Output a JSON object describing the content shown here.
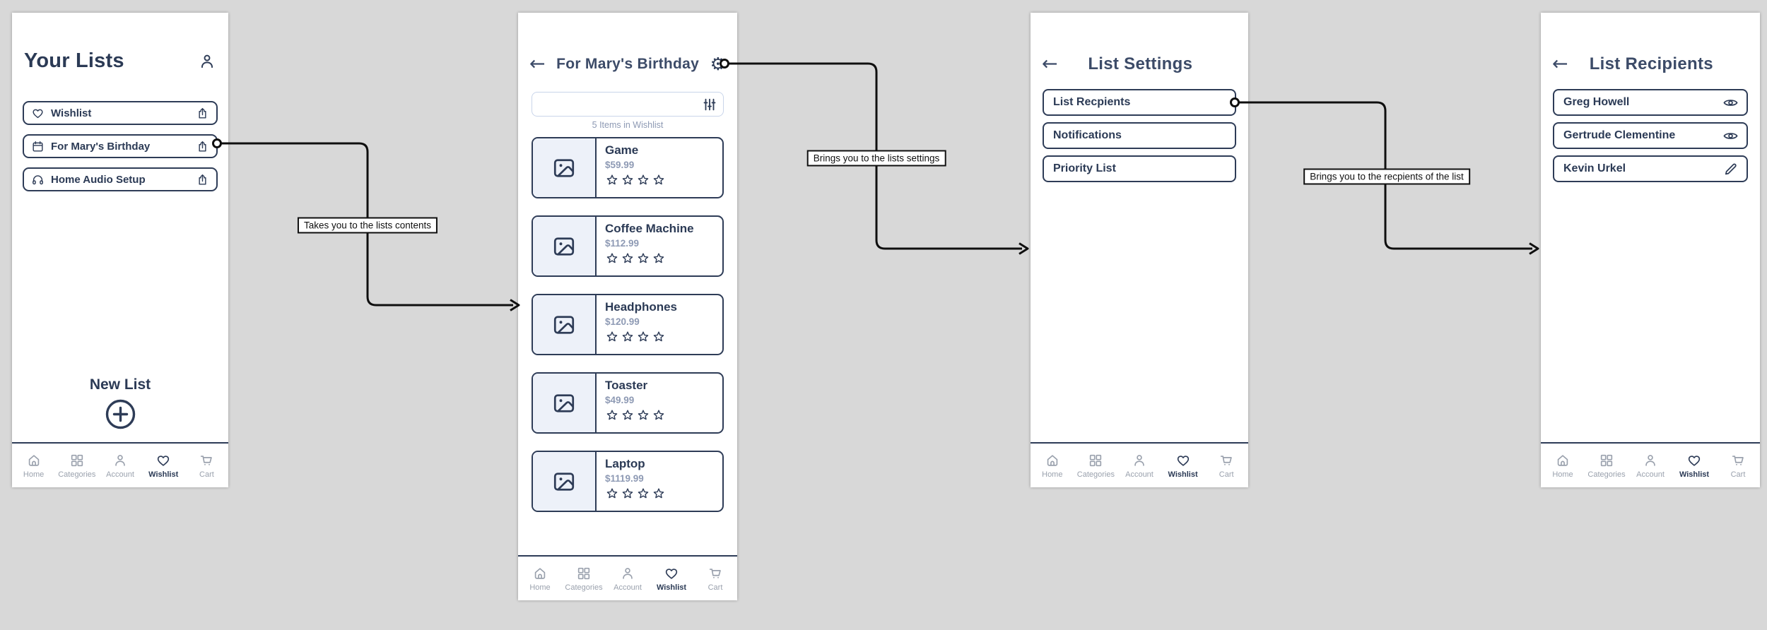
{
  "icons": {
    "back_arrow": "←",
    "gear": "⚙"
  },
  "screens": {
    "your_lists": {
      "title": "Your Lists",
      "lists": [
        {
          "label": "Wishlist",
          "icon": "heart-icon"
        },
        {
          "label": "For Mary's Birthday",
          "icon": "calendar-icon"
        },
        {
          "label": "Home Audio Setup",
          "icon": "headphones-icon"
        }
      ],
      "new_list_label": "New List"
    },
    "list_contents": {
      "title": "For Mary's Birthday",
      "search_value": "",
      "count_label": "5 Items in Wishlist",
      "items": [
        {
          "name": "Game",
          "price": "$59.99",
          "rating": 4
        },
        {
          "name": "Coffee Machine",
          "price": "$112.99",
          "rating": 4
        },
        {
          "name": "Headphones",
          "price": "$120.99",
          "rating": 4
        },
        {
          "name": "Toaster",
          "price": "$49.99",
          "rating": 4
        },
        {
          "name": "Laptop",
          "price": "$1119.99",
          "rating": 4
        }
      ]
    },
    "list_settings": {
      "title": "List Settings",
      "options": [
        "List Recpients",
        "Notifications",
        "Priority List"
      ]
    },
    "list_recipients": {
      "title": "List Recipients",
      "recipients": [
        {
          "name": "Greg Howell",
          "icon": "eye-icon"
        },
        {
          "name": "Gertrude Clementine",
          "icon": "eye-icon"
        },
        {
          "name": "Kevin Urkel",
          "icon": "pencil-icon"
        }
      ]
    }
  },
  "bottom_nav": {
    "items": [
      {
        "label": "Home",
        "icon": "home-icon",
        "active": false
      },
      {
        "label": "Categories",
        "icon": "categories-icon",
        "active": false
      },
      {
        "label": "Account",
        "icon": "account-icon",
        "active": false
      },
      {
        "label": "Wishlist",
        "icon": "wishlist-icon",
        "active": true
      },
      {
        "label": "Cart",
        "icon": "cart-icon",
        "active": false
      }
    ]
  },
  "connectors": [
    {
      "label": "Takes you to the lists contents"
    },
    {
      "label": "Brings you to the lists settings"
    },
    {
      "label": "Brings you to the recpients of the list"
    }
  ],
  "colors": {
    "background": "#d8d8d8",
    "navy": "#2e3c57",
    "muted": "#8e9ab4",
    "nav_inactive": "#9aa1ad"
  }
}
